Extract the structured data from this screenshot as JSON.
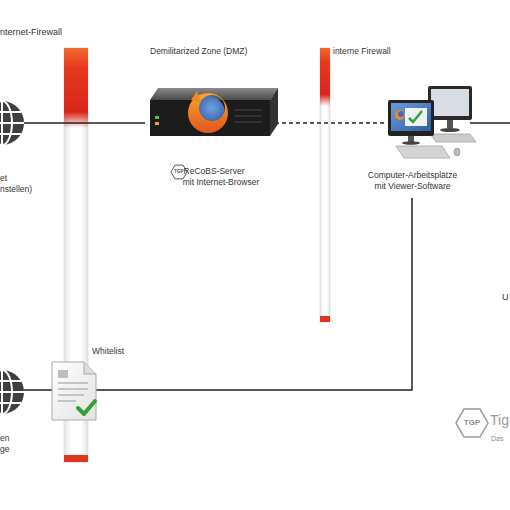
{
  "diagram": {
    "nodes": [
      {
        "text": [
          "et nstellen)"
        ]
      },
      {
        "text": [
          "ReCoBS-Server mit Internet-Browser"
        ]
      },
      {
        "text": [
          "Computer-Arbeitsplätze mit Viewer-Software"
        ]
      },
      {
        "text": [
          "en ge"
        ]
      },
      {
        "text": [
          "Whitelist"
        ]
      }
    ],
    "edges": [
      {
        "from": 0,
        "to": 1,
        "arrow": "none"
      },
      {
        "from": 1,
        "to": 2,
        "arrow": "none"
      },
      {
        "from": 3,
        "to": 4,
        "arrow": "none"
      },
      {
        "from": 4,
        "to": 2,
        "arrow": "none"
      }
    ],
    "labels": [
      "nternet-Firewall",
      "Demilitarized Zone (DMZ)",
      "interne Firewall",
      "TGP",
      "U",
      "TGP",
      "Tig",
      "Das"
    ]
  }
}
